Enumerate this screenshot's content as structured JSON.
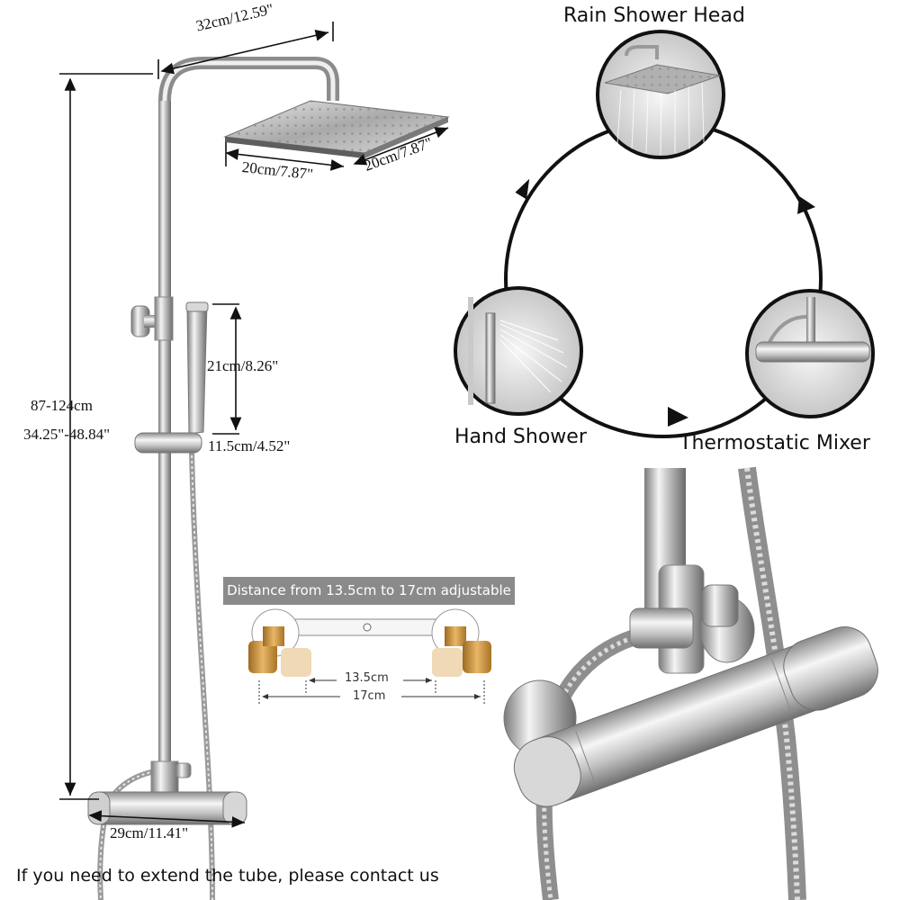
{
  "dimensions": {
    "top_bar": "32cm/12.59\"",
    "head_width": "20cm/7.87\"",
    "head_depth": "20cm/7.87\"",
    "height_cm": "87-124cm",
    "height_in": "34.25\"-48.84\"",
    "hand_shower_length": "21cm/8.26\"",
    "holder_offset": "11.5cm/4.52\"",
    "mixer_width": "29cm/11.41\""
  },
  "cycle_diagram": {
    "rain_shower_head": "Rain Shower Head",
    "hand_shower": "Hand Shower",
    "thermostatic_mixer": "Thermostatic Mixer"
  },
  "connector": {
    "banner": "Distance from 13.5cm to 17cm adjustable",
    "min_distance": "13.5cm",
    "max_distance": "17cm"
  },
  "footer": "If you need to extend the tube, please contact us",
  "colors": {
    "chrome_light": "#f2f2f2",
    "chrome_mid": "#b8b8b8",
    "chrome_dark": "#6e6e6e",
    "brass": "#c8913a",
    "banner_gray": "#8a8a8a"
  }
}
